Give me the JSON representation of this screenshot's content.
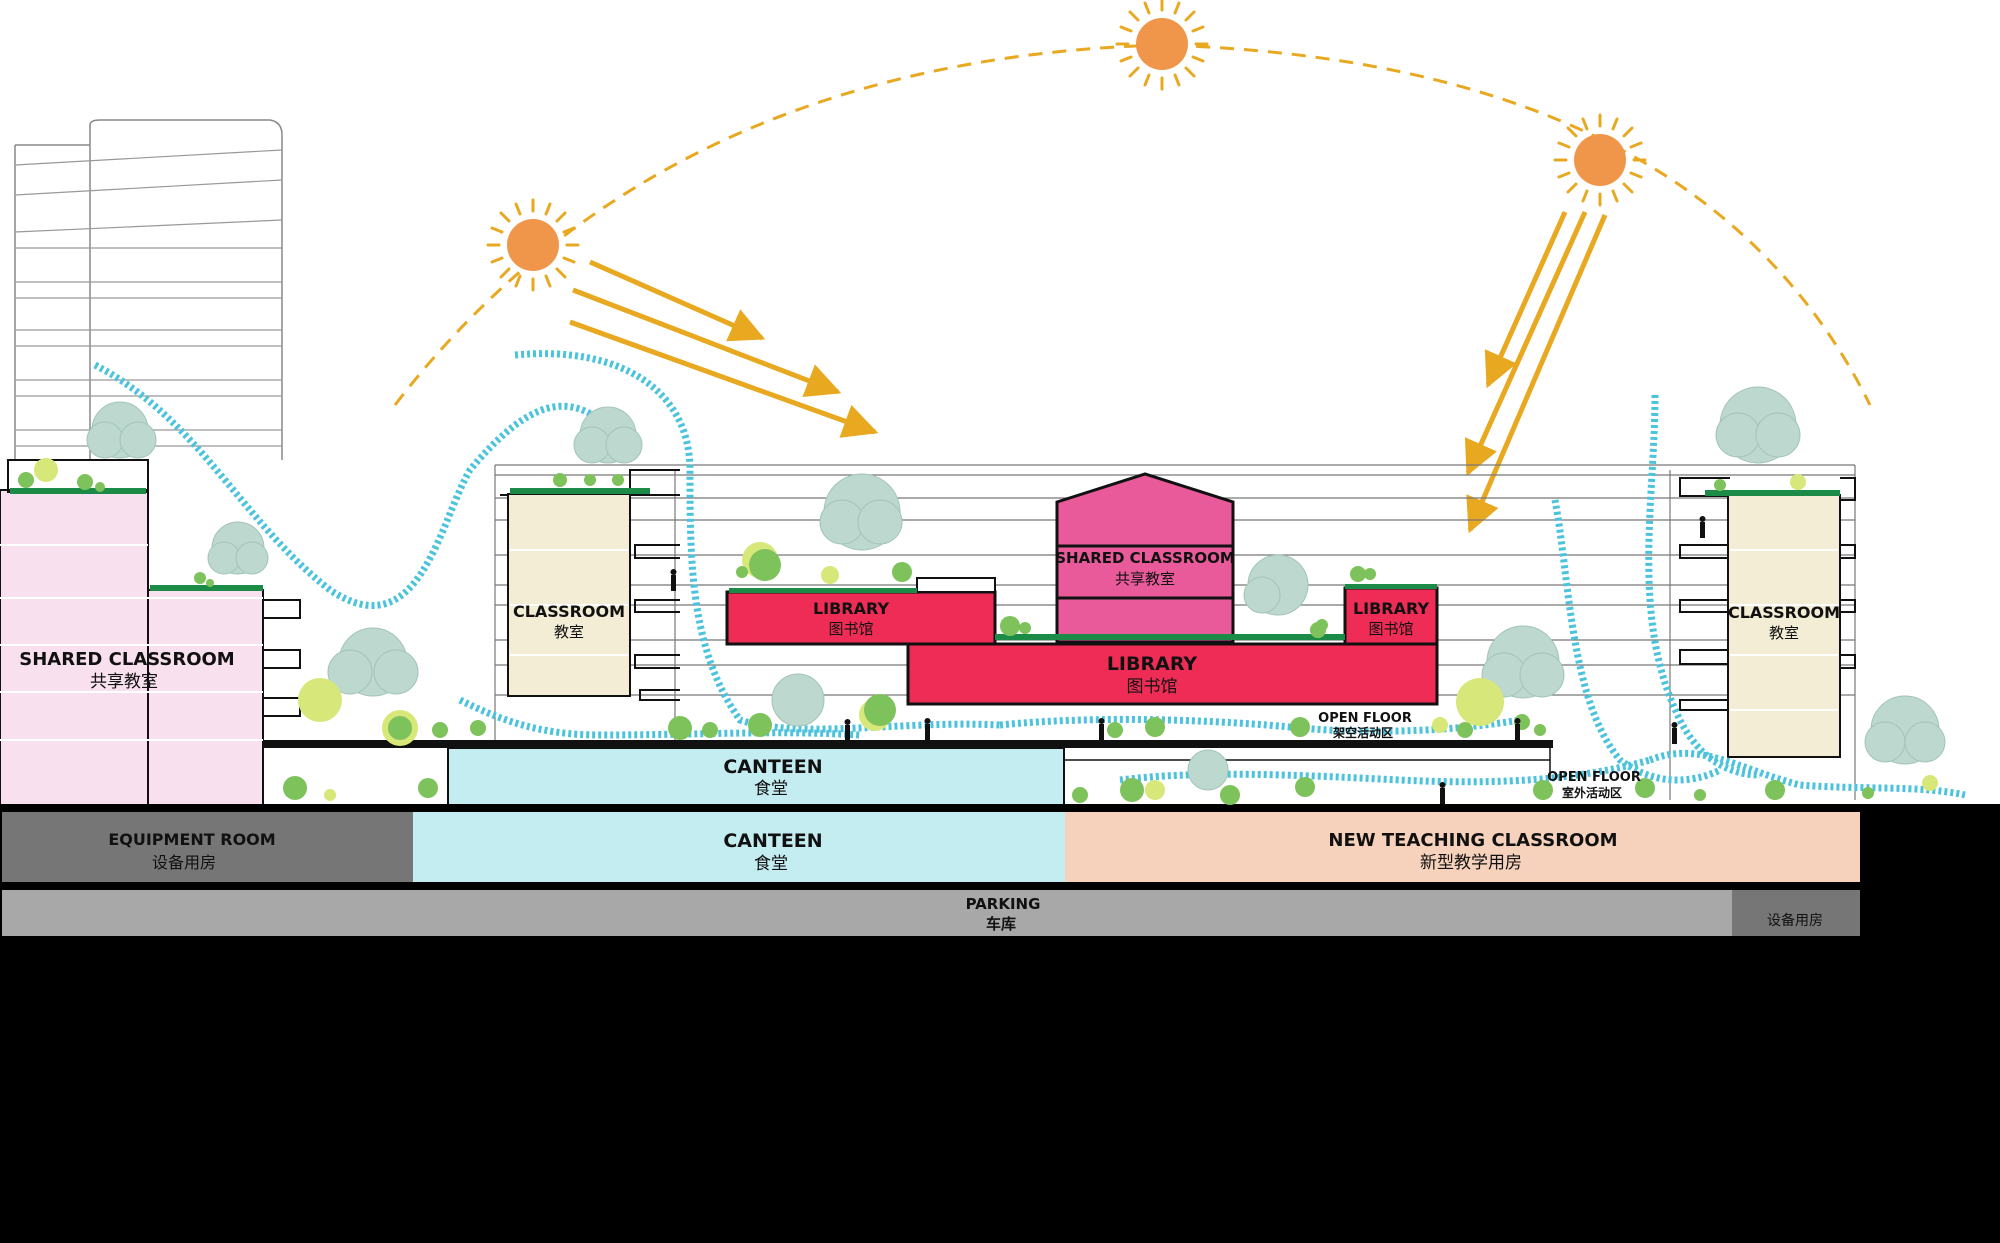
{
  "labels": {
    "shared_classroom_left_en": "SHARED CLASSROOM",
    "shared_classroom_left_cn": "共享教室",
    "classroom_left_en": "CLASSROOM",
    "classroom_left_cn": "教室",
    "library_upper_en": "LIBRARY",
    "library_upper_cn": "图书馆",
    "shared_classroom_center_en": "SHARED CLASSROOM",
    "shared_classroom_center_cn": "共享教室",
    "library_right_en": "LIBRARY",
    "library_right_cn": "图书馆",
    "library_main_en": "LIBRARY",
    "library_main_cn": "图书馆",
    "classroom_right_en": "CLASSROOM",
    "classroom_right_cn": "教室",
    "open_floor_upper_en": "OPEN FLOOR",
    "open_floor_upper_cn": "架空活动区",
    "open_floor_lower_en": "OPEN FLOOR",
    "open_floor_lower_cn": "室外活动区",
    "canteen_ground_en": "CANTEEN",
    "canteen_ground_cn": "食堂",
    "equipment_room_en": "EQUIPMENT ROOM",
    "equipment_room_cn": "设备用房",
    "canteen_basement_en": "CANTEEN",
    "canteen_basement_cn": "食堂",
    "new_teaching_en": "NEW TEACHING CLASSROOM",
    "new_teaching_cn": "新型教学用房",
    "parking_en": "PARKING",
    "parking_cn": "车库",
    "equipment_small_cn": "设备用房"
  },
  "colors": {
    "sun": "#F0964A",
    "sun_ray": "#E8A820",
    "wind": "#4CC3DC",
    "library": "#EE2C55",
    "shared_center": "#E85A9A",
    "shared_left": "#F8E0EE",
    "classroom": "#F4EDD5",
    "canteen": "#C4EDF2",
    "teaching": "#F6D2BC",
    "equipment": "#767676",
    "parking": "#A8A8A8",
    "ground": "#000000",
    "tree_green": "#7DC25A",
    "tree_light": "#D7E779",
    "tree_pale": "#BCD8CF"
  }
}
